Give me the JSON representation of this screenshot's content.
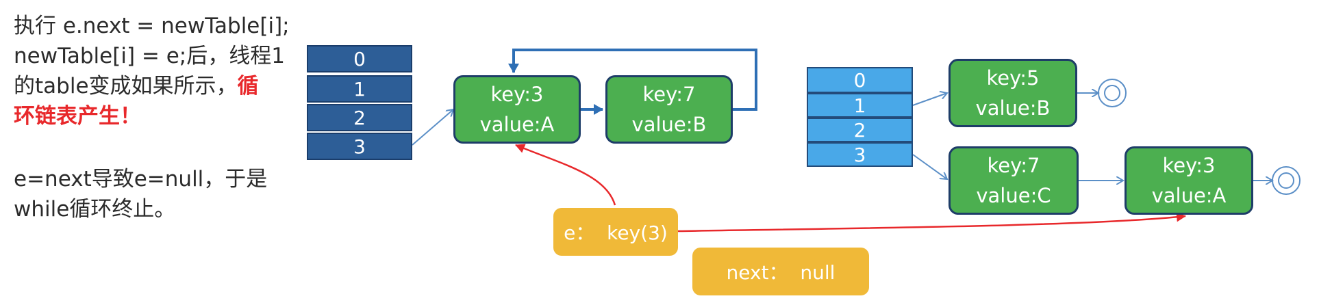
{
  "annotation": {
    "line1": "执行 e.next = newTable[i];",
    "line2": "newTable[i] = e;后，线程1",
    "line3a": "的table变成如果所示，",
    "line3b": "循",
    "line4": "环链表产生！",
    "line5": "e=next导致e=null，于是",
    "line6": "while循环终止。"
  },
  "left_table": [
    "0",
    "1",
    "2",
    "3"
  ],
  "left_nodes": [
    {
      "key": "key:3",
      "value": "value:A"
    },
    {
      "key": "key:7",
      "value": "value:B"
    }
  ],
  "right_table": [
    "0",
    "1",
    "2",
    "3"
  ],
  "right_nodes": [
    {
      "key": "key:5",
      "value": "value:B"
    },
    {
      "key": "key:7",
      "value": "value:C"
    },
    {
      "key": "key:3",
      "value": "value:A"
    }
  ],
  "pointers": {
    "e": "e：  key(3)",
    "next": "next：  null"
  },
  "colors": {
    "dark_cell": "#2d5e97",
    "light_cell": "#49a8e8",
    "node": "#4caf50",
    "pointer": "#f0b938",
    "highlight": "#e8282b",
    "thin_arrow": "#5b8fc7",
    "thick_arrow": "#2e6fb5"
  }
}
